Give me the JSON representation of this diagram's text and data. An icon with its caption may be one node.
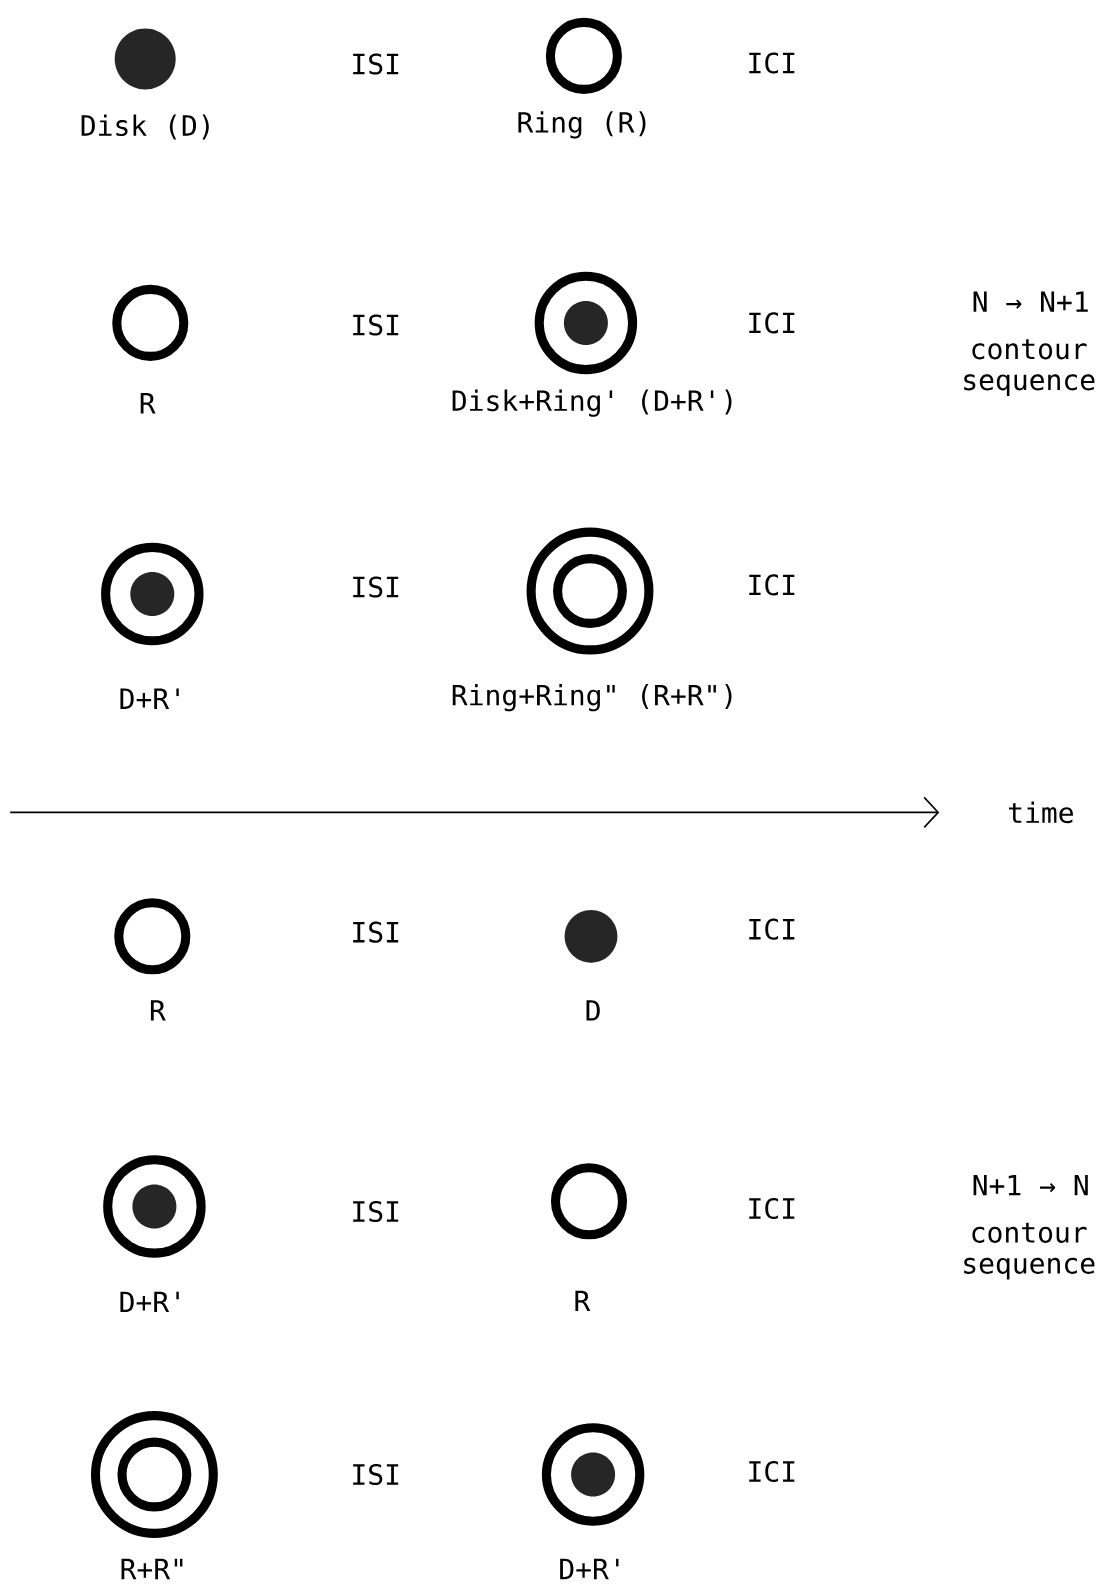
{
  "diagram": {
    "labels": [
      "Disk (D)",
      "ISI",
      "Ring (R)",
      "ICI",
      "R",
      "ISI",
      "Disk+Ring' (D+R')",
      "ICI",
      "N → N+1",
      "contour sequence",
      "D+R'",
      "ISI",
      "Ring+Ring\" (R+R\")",
      "ICI",
      "time",
      "R",
      "ISI",
      "D",
      "ICI",
      "D+R'",
      "ISI",
      "R",
      "ICI",
      "N+1 → N",
      "contour sequence",
      "R+R\"",
      "ISI",
      "D+R'",
      "ICI"
    ]
  }
}
